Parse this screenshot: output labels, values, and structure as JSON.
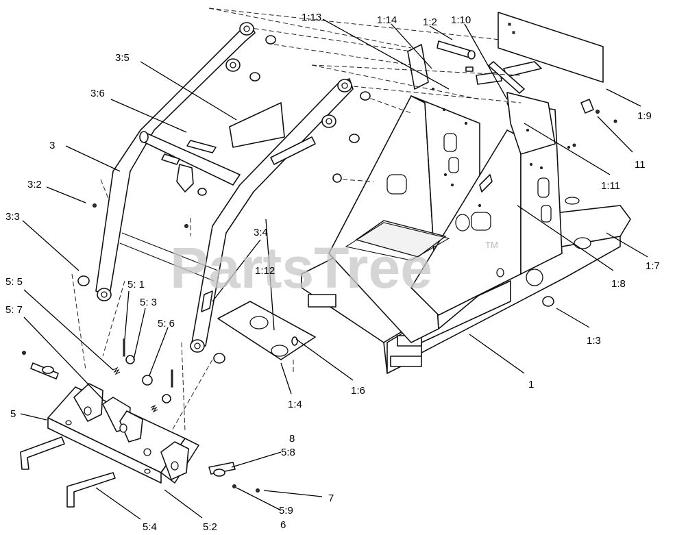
{
  "watermark": {
    "text": "PartsTree",
    "tm": "TM"
  },
  "callouts": [
    {
      "id": "1:13"
    },
    {
      "id": "1:14"
    },
    {
      "id": "1:2"
    },
    {
      "id": "1:10"
    },
    {
      "id": "3:5"
    },
    {
      "id": "3:6"
    },
    {
      "id": "3"
    },
    {
      "id": "3:2"
    },
    {
      "id": "3:3"
    },
    {
      "id": "1:9"
    },
    {
      "id": "11"
    },
    {
      "id": "1:11"
    },
    {
      "id": "1:7"
    },
    {
      "id": "1:8"
    },
    {
      "id": "1:3"
    },
    {
      "id": "1"
    },
    {
      "id": "3:4"
    },
    {
      "id": "1:12"
    },
    {
      "id": "1:6"
    },
    {
      "id": "1:4"
    },
    {
      "id": "5: 5"
    },
    {
      "id": "5: 1"
    },
    {
      "id": "5: 3"
    },
    {
      "id": "5: 7"
    },
    {
      "id": "5: 6"
    },
    {
      "id": "5"
    },
    {
      "id": "8"
    },
    {
      "id": "5:8"
    },
    {
      "id": "7"
    },
    {
      "id": "5:9"
    },
    {
      "id": "6"
    },
    {
      "id": "5:4"
    },
    {
      "id": "5:2"
    }
  ]
}
